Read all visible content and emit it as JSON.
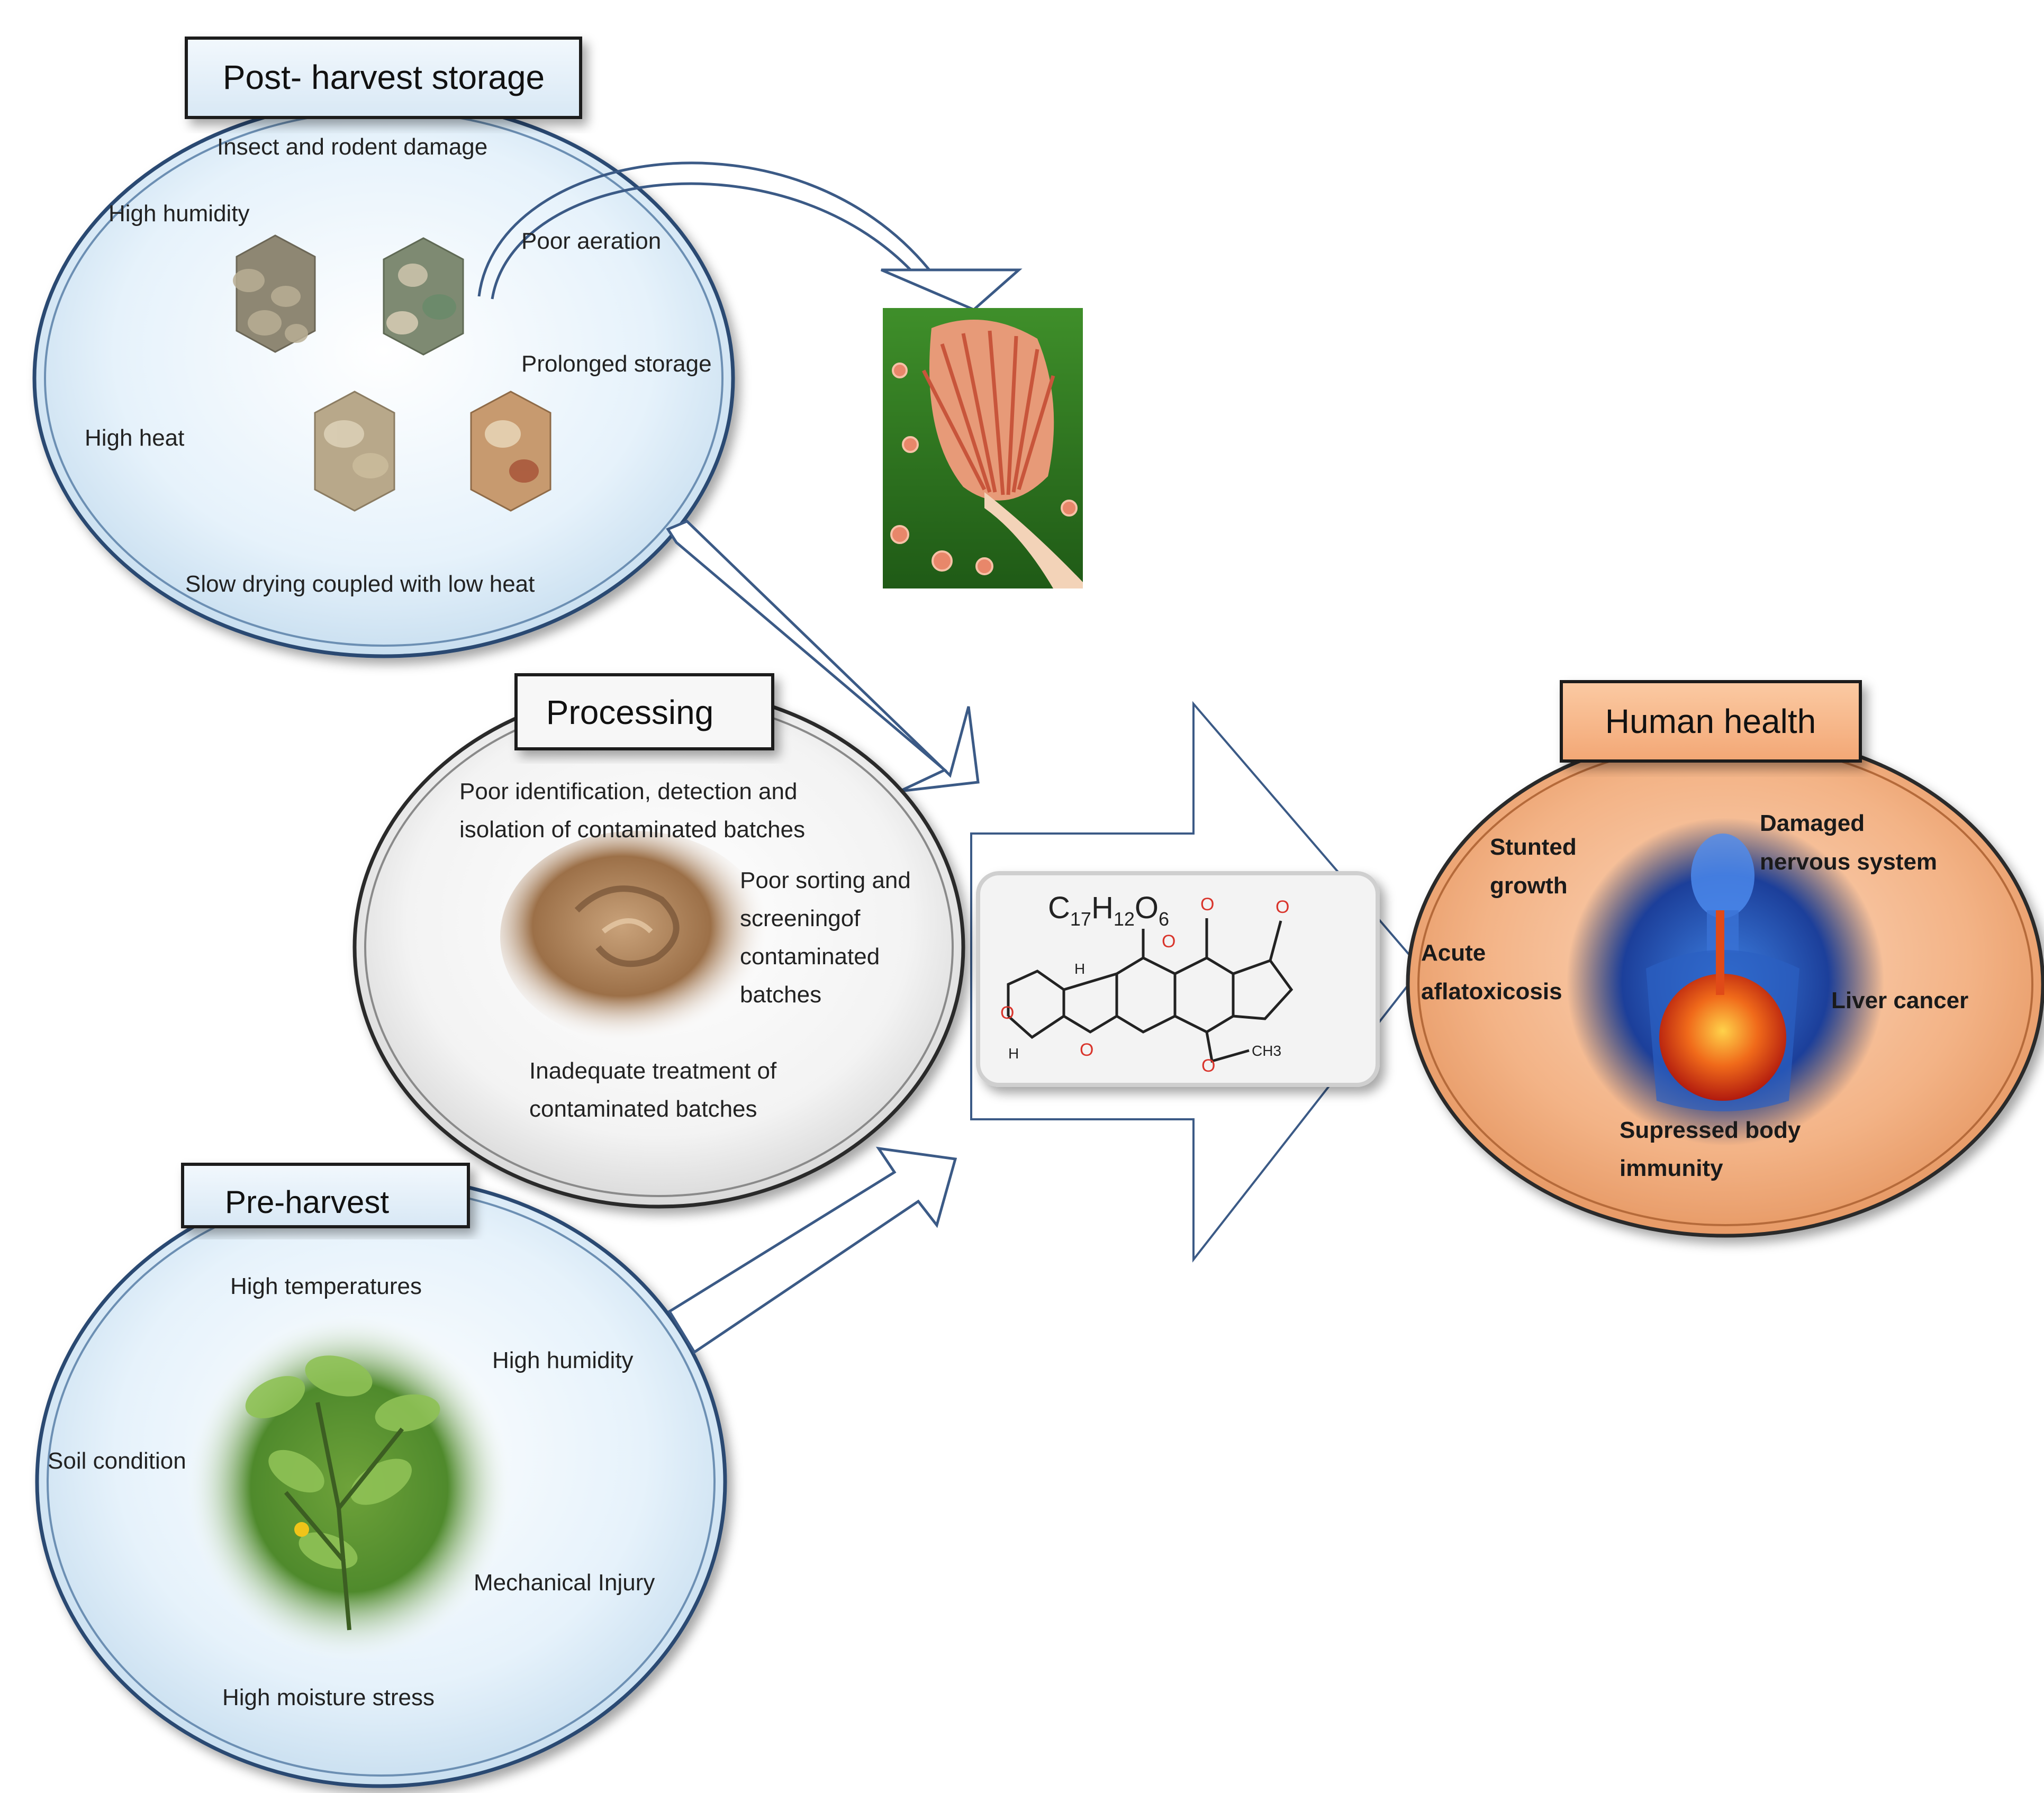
{
  "colors": {
    "blue_bubble": "#e8f3fb",
    "blue_ring": "#4a6f96",
    "grey_bubble": "#f4f4f4",
    "orange_bubble": "#f3b386",
    "title_box_light": "#e6f1fa",
    "title_box_orange": "#f7b98a",
    "arrow_stroke": "#2f4f7a"
  },
  "post_harvest": {
    "title": "Post- harvest storage",
    "factors": {
      "insect_rodent": "Insect and rodent damage",
      "high_humidity": "High humidity",
      "poor_aeration": "Poor aeration",
      "prolonged_storage": "Prolonged storage",
      "high_heat": "High heat",
      "slow_drying": "Slow drying coupled with low heat"
    }
  },
  "processing": {
    "title": "Processing",
    "factors": {
      "poor_identification_1": "Poor identification, detection and",
      "poor_identification_2": "isolation of contaminated batches",
      "poor_sorting_1": "Poor sorting and",
      "poor_sorting_2": "screeningof",
      "poor_sorting_3": "contaminated",
      "poor_sorting_4": "batches",
      "inadequate_1": "Inadequate treatment of",
      "inadequate_2": "contaminated batches"
    }
  },
  "pre_harvest": {
    "title": "Pre-harvest",
    "factors": {
      "high_temperatures": "High temperatures",
      "high_humidity": "High humidity",
      "soil_condition": "Soil condition",
      "mechanical_injury": "Mechanical Injury",
      "moisture_stress": "High moisture stress"
    }
  },
  "aflatoxin": {
    "formula_c": "C",
    "formula_c_sub": "17",
    "formula_h": "H",
    "formula_h_sub": "12",
    "formula_o": "O",
    "formula_o_sub": "6",
    "label_h1": "H",
    "label_h2": "H",
    "label_ch3": "CH3"
  },
  "human_health": {
    "title": "Human health",
    "effects": {
      "stunted_1": "Stunted",
      "stunted_2": "growth",
      "damaged_1": "Damaged",
      "damaged_2": "nervous system",
      "acute_1": "Acute",
      "acute_2": "aflatoxicosis",
      "liver": "Liver cancer",
      "immunity_1": "Supressed body",
      "immunity_2": "immunity"
    }
  }
}
